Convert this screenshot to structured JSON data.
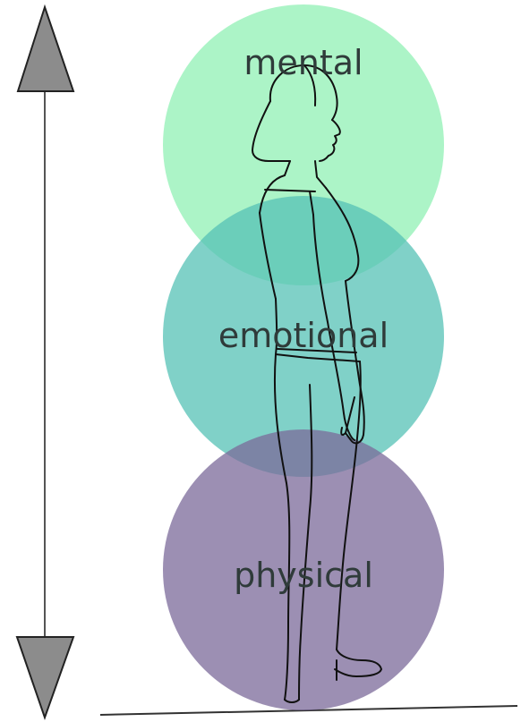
{
  "labels": {
    "mental": "mental",
    "emotional": "emotional",
    "physical": "physical"
  },
  "colors": {
    "mental": "#9ef2bd",
    "emotional": "#55c1b5",
    "physical": "#7b6a99",
    "arrow_fill": "#8c8c8c",
    "arrow_stroke": "#222222",
    "ground": "#333333",
    "figure_stroke": "#111111"
  }
}
